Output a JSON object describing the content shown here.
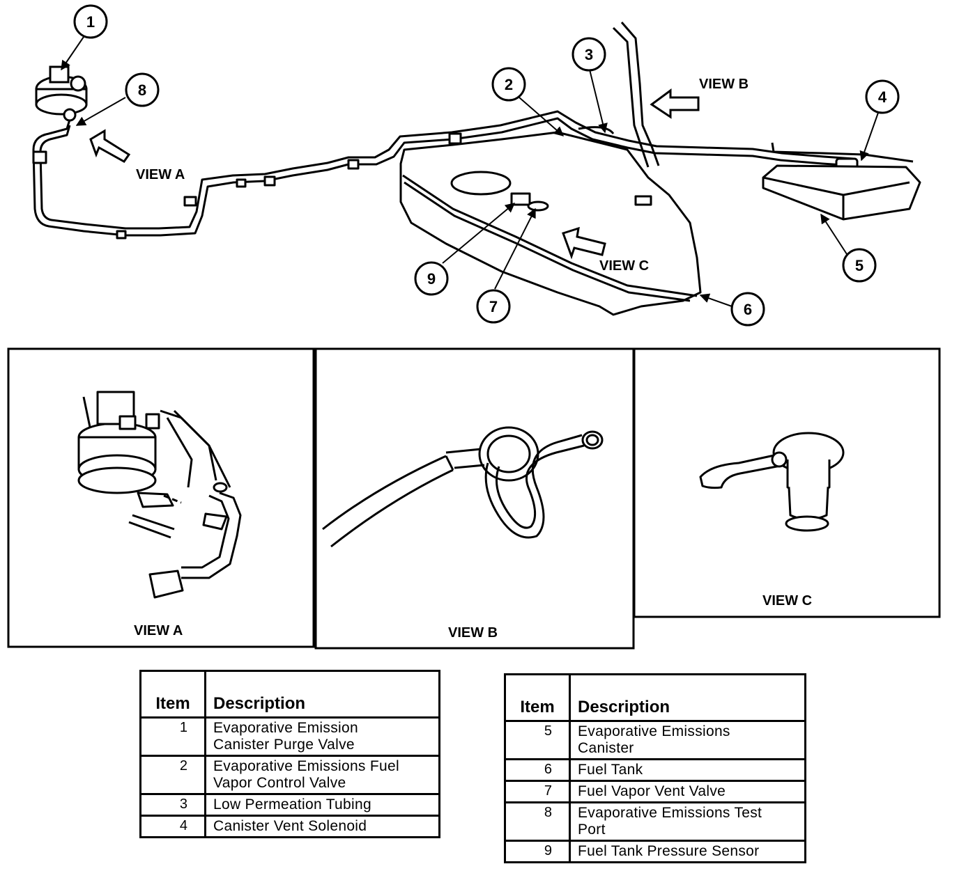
{
  "callouts": [
    "1",
    "2",
    "3",
    "4",
    "5",
    "6",
    "7",
    "8",
    "9"
  ],
  "view_labels": {
    "view_a": "VIEW A",
    "view_b": "VIEW B",
    "view_c": "VIEW C"
  },
  "panels": {
    "view_a": "VIEW A",
    "view_b": "VIEW B",
    "view_c": "VIEW C"
  },
  "legend": {
    "header_item": "Item",
    "header_description": "Description",
    "left_rows": [
      {
        "item": "1",
        "line1": "Evaporative Emission",
        "line2": "Canister Purge Valve"
      },
      {
        "item": "2",
        "line1": "Evaporative Emissions Fuel",
        "line2": "Vapor Control Valve"
      },
      {
        "item": "3",
        "line1": "Low Permeation Tubing",
        "line2": ""
      },
      {
        "item": "4",
        "line1": "Canister Vent Solenoid",
        "line2": ""
      }
    ],
    "right_rows": [
      {
        "item": "5",
        "line1": "Evaporative Emissions",
        "line2": "Canister"
      },
      {
        "item": "6",
        "line1": "Fuel Tank",
        "line2": ""
      },
      {
        "item": "7",
        "line1": "Fuel Vapor Vent Valve",
        "line2": ""
      },
      {
        "item": "8",
        "line1": "Evaporative Emissions Test",
        "line2": "Port"
      },
      {
        "item": "9",
        "line1": "Fuel Tank Pressure Sensor",
        "line2": ""
      }
    ]
  }
}
